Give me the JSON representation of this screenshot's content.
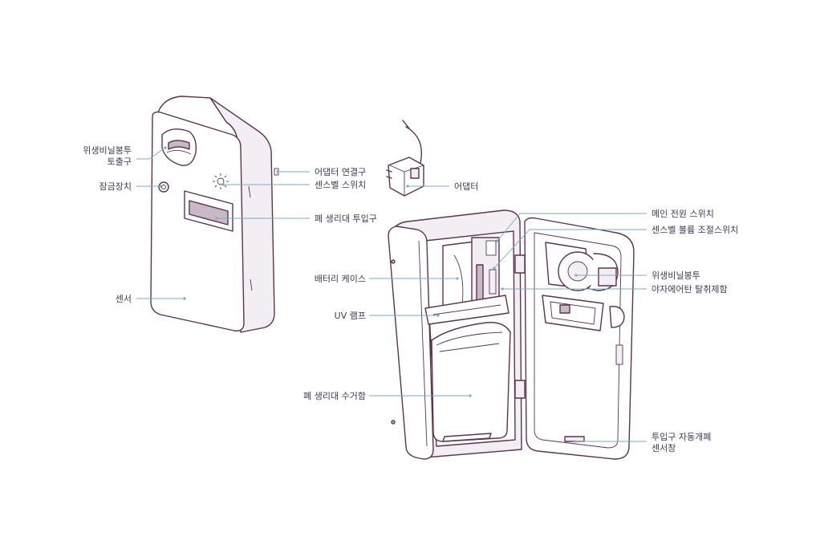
{
  "labels": {
    "bag_outlet_line1": "위생비닐봉투",
    "bag_outlet_line2": "토출구",
    "lock": "잠금장치",
    "sensor": "센서",
    "adapter_port": "어댑터 연결구",
    "bell_switch": "센스벨 스위치",
    "adapter": "어댑터",
    "inlet": "폐 생리대 투입구",
    "main_power": "메인 전원 스위치",
    "bell_volume": "센스벨 볼륨 조절스위치",
    "battery_case": "배터리 케이스",
    "bag": "위생비닐봉투",
    "uv_lamp": "UV 램프",
    "deodorant": "야자에어탄 탈취제함",
    "collection_box": "폐 생리대 수거함",
    "auto_sensor_line1": "투입구 자동개폐",
    "auto_sensor_line2": "센서창"
  },
  "colors": {
    "outline": "#5a3550",
    "leader": "#7fa9c6",
    "text": "#3e3a5a"
  }
}
